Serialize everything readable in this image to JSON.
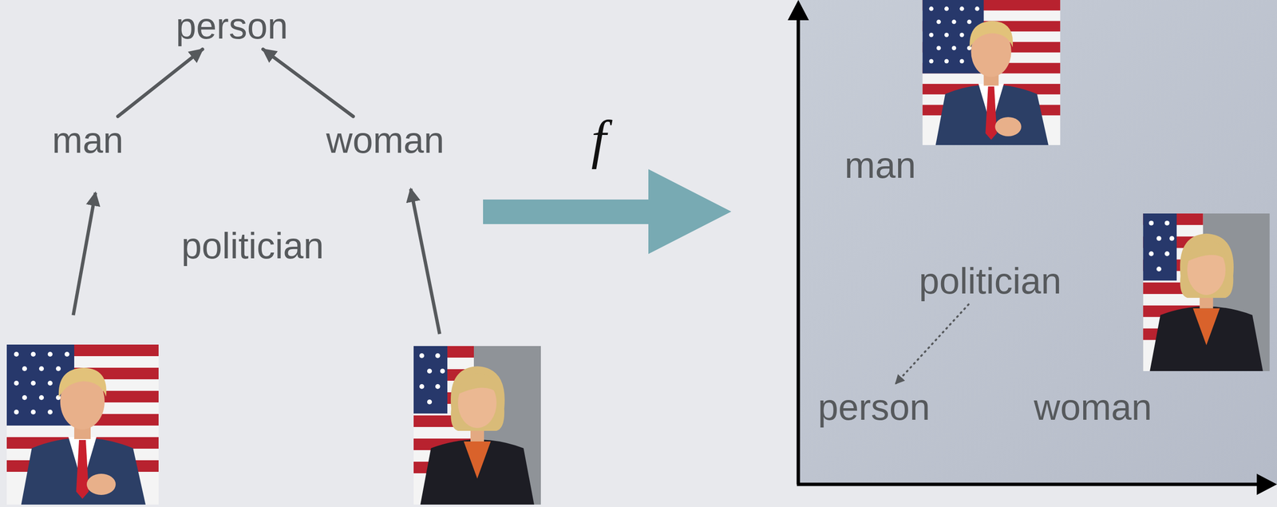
{
  "diagram": {
    "nodes": [
      {
        "text": [
          "person"
        ]
      },
      {
        "text": [
          "man"
        ]
      },
      {
        "text": [
          "woman"
        ]
      },
      {
        "text": [
          "politician"
        ]
      },
      {
        "text": [
          "man"
        ]
      },
      {
        "text": [
          "politician"
        ]
      },
      {
        "text": [
          "person"
        ]
      },
      {
        "text": [
          "woman"
        ]
      }
    ],
    "edges": [
      {
        "from": 1,
        "to": 0,
        "arrow": "to"
      },
      {
        "from": 2,
        "to": 0,
        "arrow": "to"
      },
      {
        "from": 5,
        "to": 6,
        "arrow": "to"
      }
    ],
    "labels": [
      "f"
    ]
  }
}
